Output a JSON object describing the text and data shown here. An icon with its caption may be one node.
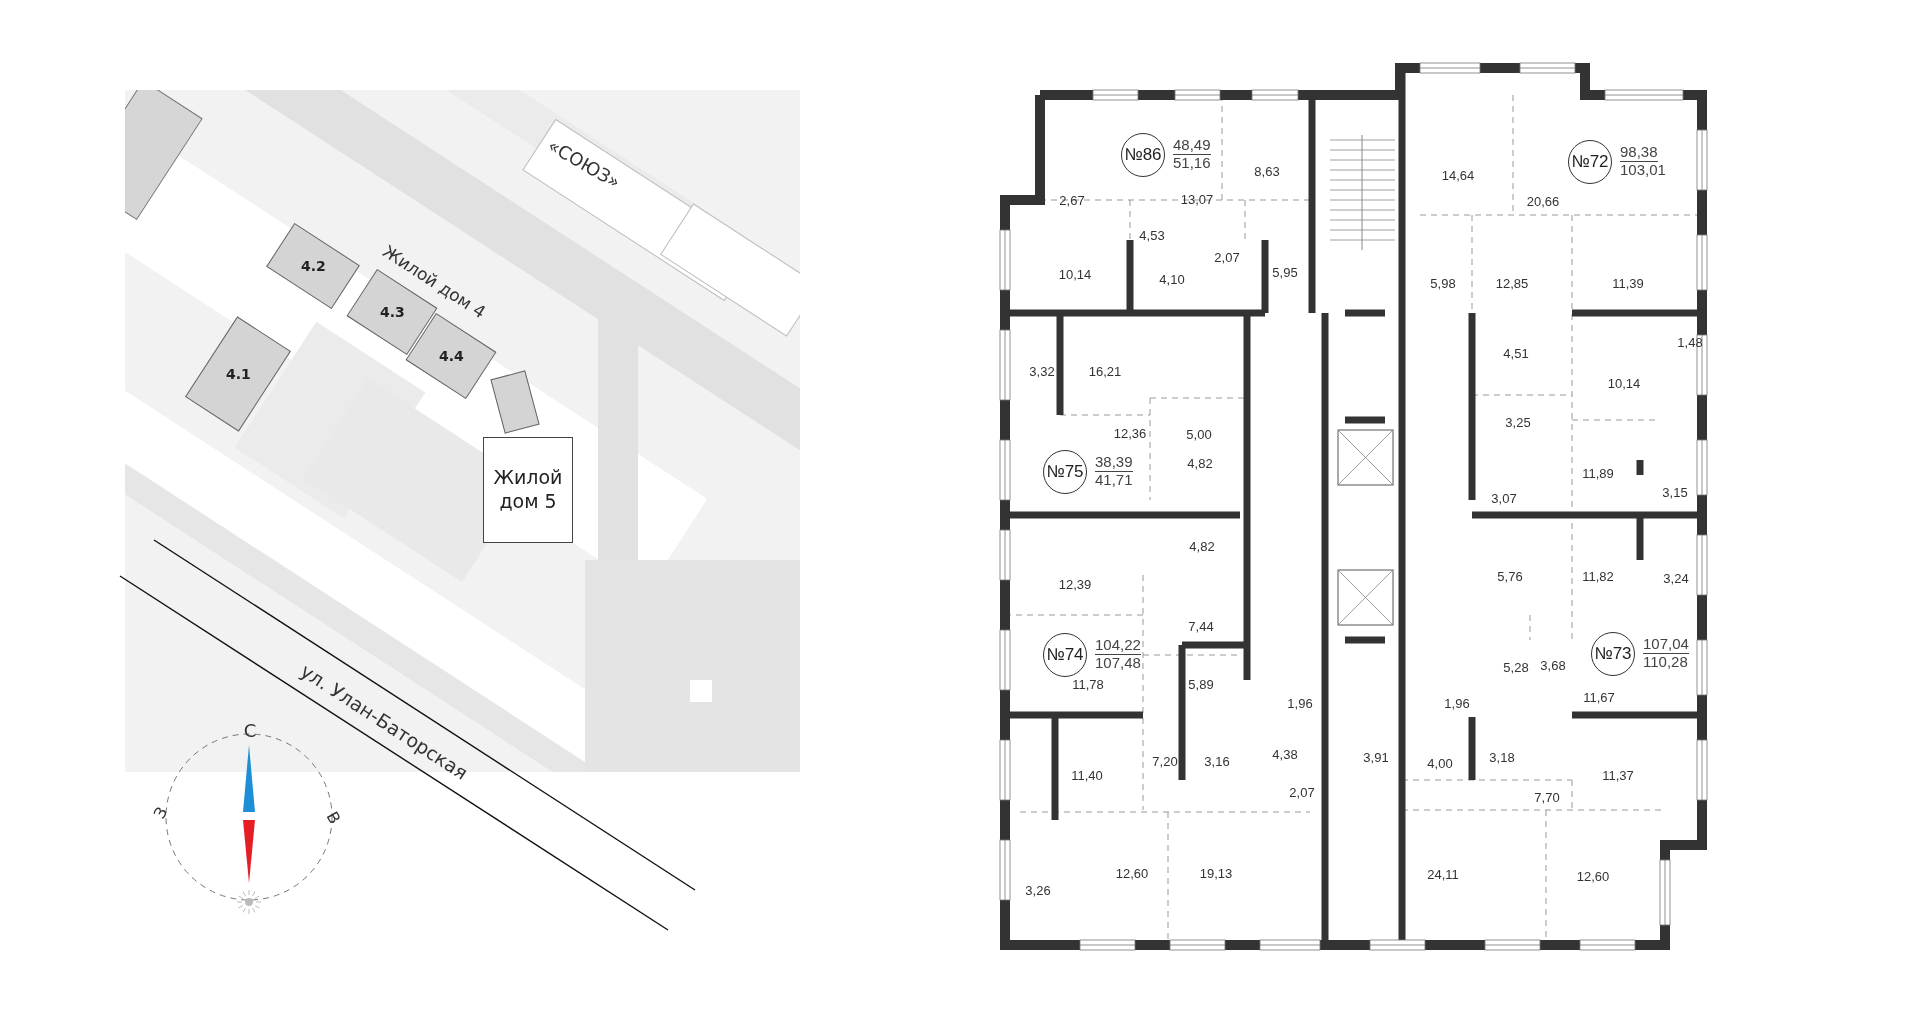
{
  "diagram": {
    "nodes": [
      {
        "text": [
          "4.2"
        ]
      },
      {
        "text": [
          "4.1"
        ]
      },
      {
        "text": [
          "4.3"
        ]
      },
      {
        "text": [
          "4.4"
        ]
      },
      {
        "text": [],
        "shape": "box"
      },
      {
        "text": [
          "Жилой дом 5"
        ]
      },
      {
        "text": [
          "№86"
        ],
        "beside": [
          "48,49",
          "51,16"
        ]
      },
      {
        "text": [
          "№72"
        ],
        "beside": [
          "98,38",
          "103,01"
        ]
      },
      {
        "text": [
          "№75"
        ],
        "beside": [
          "38,39",
          "41,71"
        ]
      },
      {
        "text": [
          "№74"
        ],
        "beside": [
          "104,22",
          "107,48"
        ]
      },
      {
        "text": [
          "№73"
        ],
        "beside": [
          "107,04",
          "110,28"
        ]
      }
    ],
    "labels": [
      "«СОЮЗ»",
      "Жилой дом 4",
      "ул. Улан-Баторская",
      "С",
      "З",
      "В",
      "8,63",
      "14,64",
      "2,67",
      "13,07",
      "20,66",
      "4,53",
      "10,14",
      "4,10",
      "2,07",
      "5,95",
      "5,98",
      "12,85",
      "11,39",
      "1,48",
      "4,51",
      "3,32",
      "16,21",
      "10,14",
      "3,25",
      "12,36",
      "5,00",
      "4,82",
      "11,89",
      "3,15",
      "3,07",
      "4,82",
      "5,76",
      "11,82",
      "3,24",
      "12,39",
      "7,44",
      "5,28",
      "3,68",
      "11,78",
      "5,89",
      "11,67",
      "1,96",
      "1,96",
      "7,20",
      "3,16",
      "4,38",
      "3,91",
      "4,00",
      "3,18",
      "11,40",
      "11,37",
      "2,07",
      "7,70",
      "3,26",
      "12,60",
      "19,13",
      "24,11",
      "12,60"
    ]
  }
}
